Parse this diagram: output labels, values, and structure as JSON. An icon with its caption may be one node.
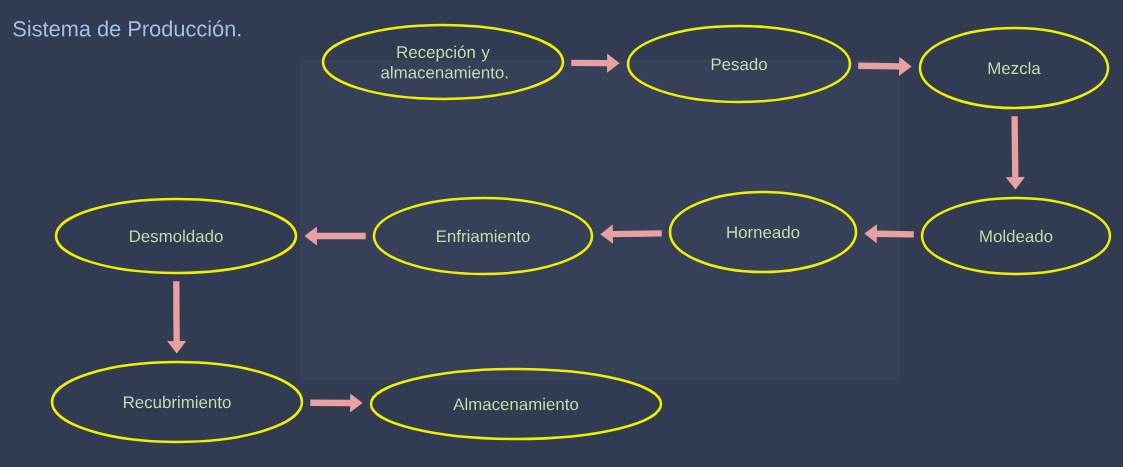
{
  "diagram": {
    "title": "Sistema de Producción.",
    "nodes": [
      {
        "text": [
          "Recepción y almacenamiento."
        ]
      },
      {
        "text": [
          "Pesado"
        ]
      },
      {
        "text": [
          "Mezcla"
        ]
      },
      {
        "text": [
          "Moldeado"
        ]
      },
      {
        "text": [
          "Horneado"
        ]
      },
      {
        "text": [
          "Enfriamiento"
        ]
      },
      {
        "text": [
          "Desmoldado"
        ]
      },
      {
        "text": [
          "Recubrimiento"
        ]
      },
      {
        "text": [
          "Almacenamiento"
        ]
      }
    ],
    "edges": [
      {
        "from": 0,
        "to": 1,
        "arrow": "to"
      },
      {
        "from": 1,
        "to": 2,
        "arrow": "to"
      },
      {
        "from": 2,
        "to": 3,
        "arrow": "to"
      },
      {
        "from": 3,
        "to": 4,
        "arrow": "to"
      },
      {
        "from": 4,
        "to": 5,
        "arrow": "to"
      },
      {
        "from": 5,
        "to": 6,
        "arrow": "to"
      },
      {
        "from": 6,
        "to": 7,
        "arrow": "to"
      },
      {
        "from": 7,
        "to": 8,
        "arrow": "to"
      }
    ]
  }
}
